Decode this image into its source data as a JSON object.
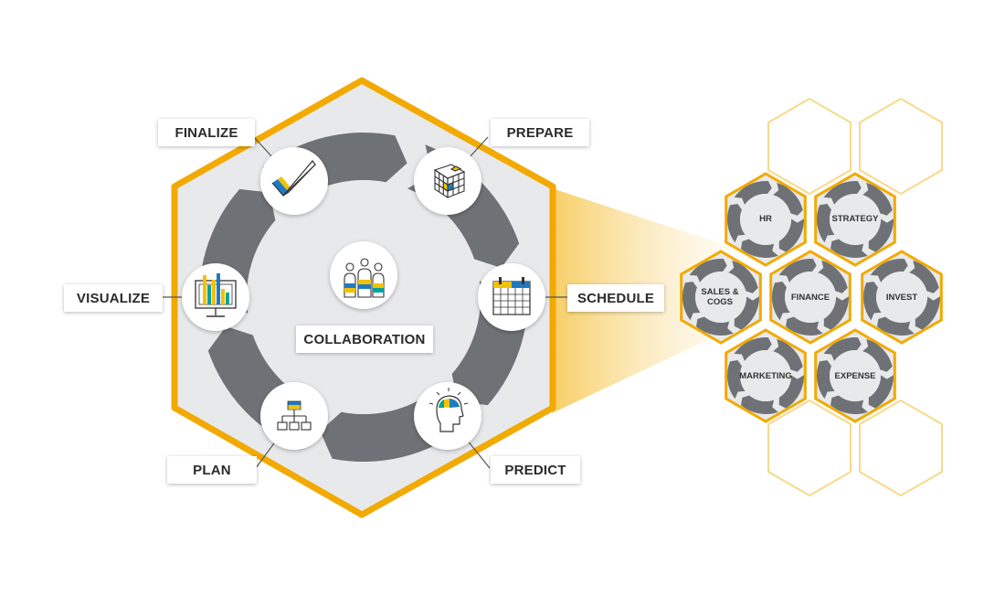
{
  "center": {
    "label": "COLLABORATION"
  },
  "stages": [
    {
      "key": "finalize",
      "label": "FINALIZE",
      "icon": "checkmark-icon"
    },
    {
      "key": "prepare",
      "label": "PREPARE",
      "icon": "cube-icon"
    },
    {
      "key": "schedule",
      "label": "SCHEDULE",
      "icon": "calendar-icon"
    },
    {
      "key": "predict",
      "label": "PREDICT",
      "icon": "head-lightbulb-icon"
    },
    {
      "key": "plan",
      "label": "PLAN",
      "icon": "org-chart-icon"
    },
    {
      "key": "visualize",
      "label": "VISUALIZE",
      "icon": "monitor-chart-icon"
    }
  ],
  "cells": [
    {
      "key": "hr",
      "label": "HR"
    },
    {
      "key": "strategy",
      "label": "STRATEGY"
    },
    {
      "key": "sales",
      "label": "SALES & COGS"
    },
    {
      "key": "finance",
      "label": "FINANCE"
    },
    {
      "key": "invest",
      "label": "INVEST"
    },
    {
      "key": "marketing",
      "label": "MARKETING"
    },
    {
      "key": "expense",
      "label": "EXPENSE"
    }
  ],
  "colors": {
    "accent": "#F2A900",
    "cycle_gray": "#6E7276",
    "hex_fill": "#E8E9EA",
    "blue": "#1F7BC1",
    "teal": "#00A3A1",
    "yellow": "#F2C200"
  }
}
